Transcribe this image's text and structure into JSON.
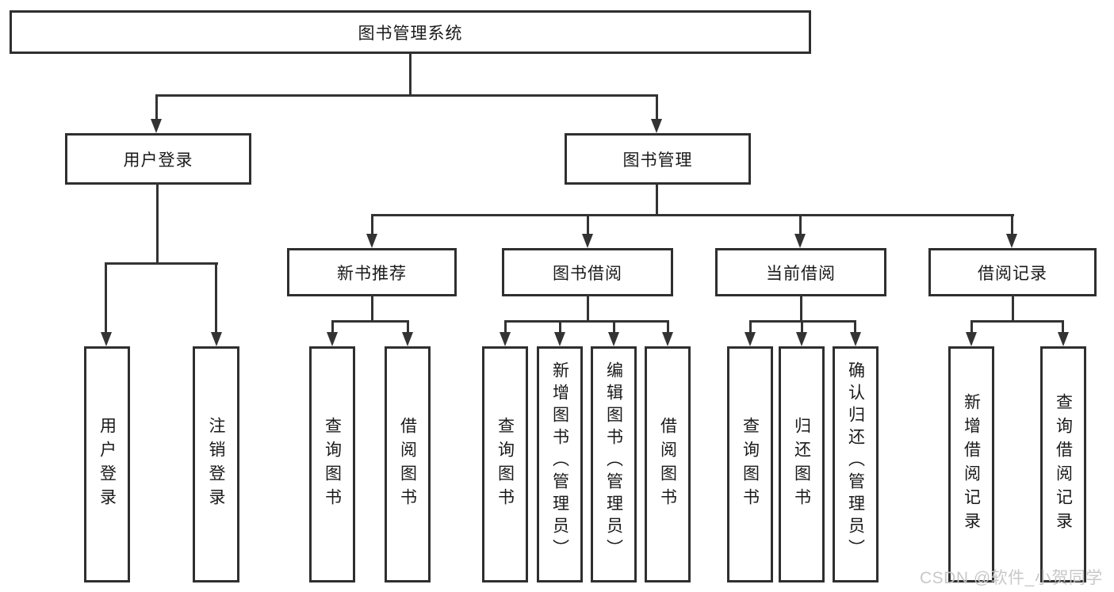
{
  "diagram": {
    "type": "tree",
    "root": {
      "label": "图书管理系统",
      "children": [
        {
          "label": "用户登录",
          "children": [
            {
              "label": "用户登录"
            },
            {
              "label": "注销登录"
            }
          ]
        },
        {
          "label": "图书管理",
          "children": [
            {
              "label": "新书推荐",
              "children": [
                {
                  "label": "查询图书"
                },
                {
                  "label": "借阅图书"
                }
              ]
            },
            {
              "label": "图书借阅",
              "children": [
                {
                  "label": "查询图书"
                },
                {
                  "label": "新增图书（管理员）"
                },
                {
                  "label": "编辑图书（管理员）"
                },
                {
                  "label": "借阅图书"
                }
              ]
            },
            {
              "label": "当前借阅",
              "children": [
                {
                  "label": "查询图书"
                },
                {
                  "label": "归还图书"
                },
                {
                  "label": "确认归还（管理员）"
                }
              ]
            },
            {
              "label": "借阅记录",
              "children": [
                {
                  "label": "新增借阅记录"
                },
                {
                  "label": "查询借阅记录"
                }
              ]
            }
          ]
        }
      ]
    },
    "colors": {
      "line": "#333333",
      "border": "#2f2f2f",
      "text": "#1a1a1a",
      "background": "#ffffff",
      "watermark": "#c6c6c6"
    }
  },
  "watermark": {
    "text": "CSDN @软件_小贺同学"
  }
}
